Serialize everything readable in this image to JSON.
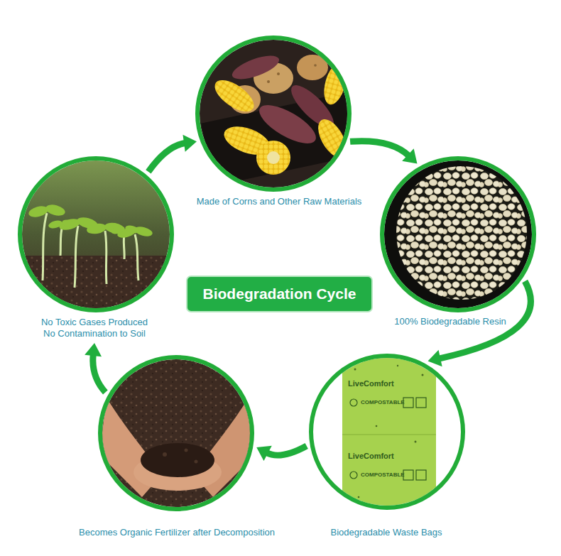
{
  "diagram": {
    "title": "Biodegradation Cycle",
    "nodes": [
      {
        "text": [
          "Made of Corns and Other Raw Materials"
        ]
      },
      {
        "text": [
          "100% Biodegradable Resin"
        ]
      },
      {
        "text": [
          "Biodegradable Waste Bags"
        ]
      },
      {
        "text": [
          "Becomes Organic Fertilizer after Decomposition"
        ]
      },
      {
        "text": [
          "No Toxic Gases Produced No Contamination to Soil"
        ]
      }
    ],
    "edges": [
      {
        "from": 0,
        "to": 1,
        "arrow": "to"
      },
      {
        "from": 1,
        "to": 2,
        "arrow": "to"
      },
      {
        "from": 2,
        "to": 3,
        "arrow": "to"
      },
      {
        "from": 3,
        "to": 4,
        "arrow": "to"
      },
      {
        "from": 4,
        "to": 0,
        "arrow": "to"
      }
    ],
    "labels": [
      "LiveComfort",
      "COMPOSTABLE",
      "LiveComfort",
      "COMPOSTABLE"
    ]
  }
}
